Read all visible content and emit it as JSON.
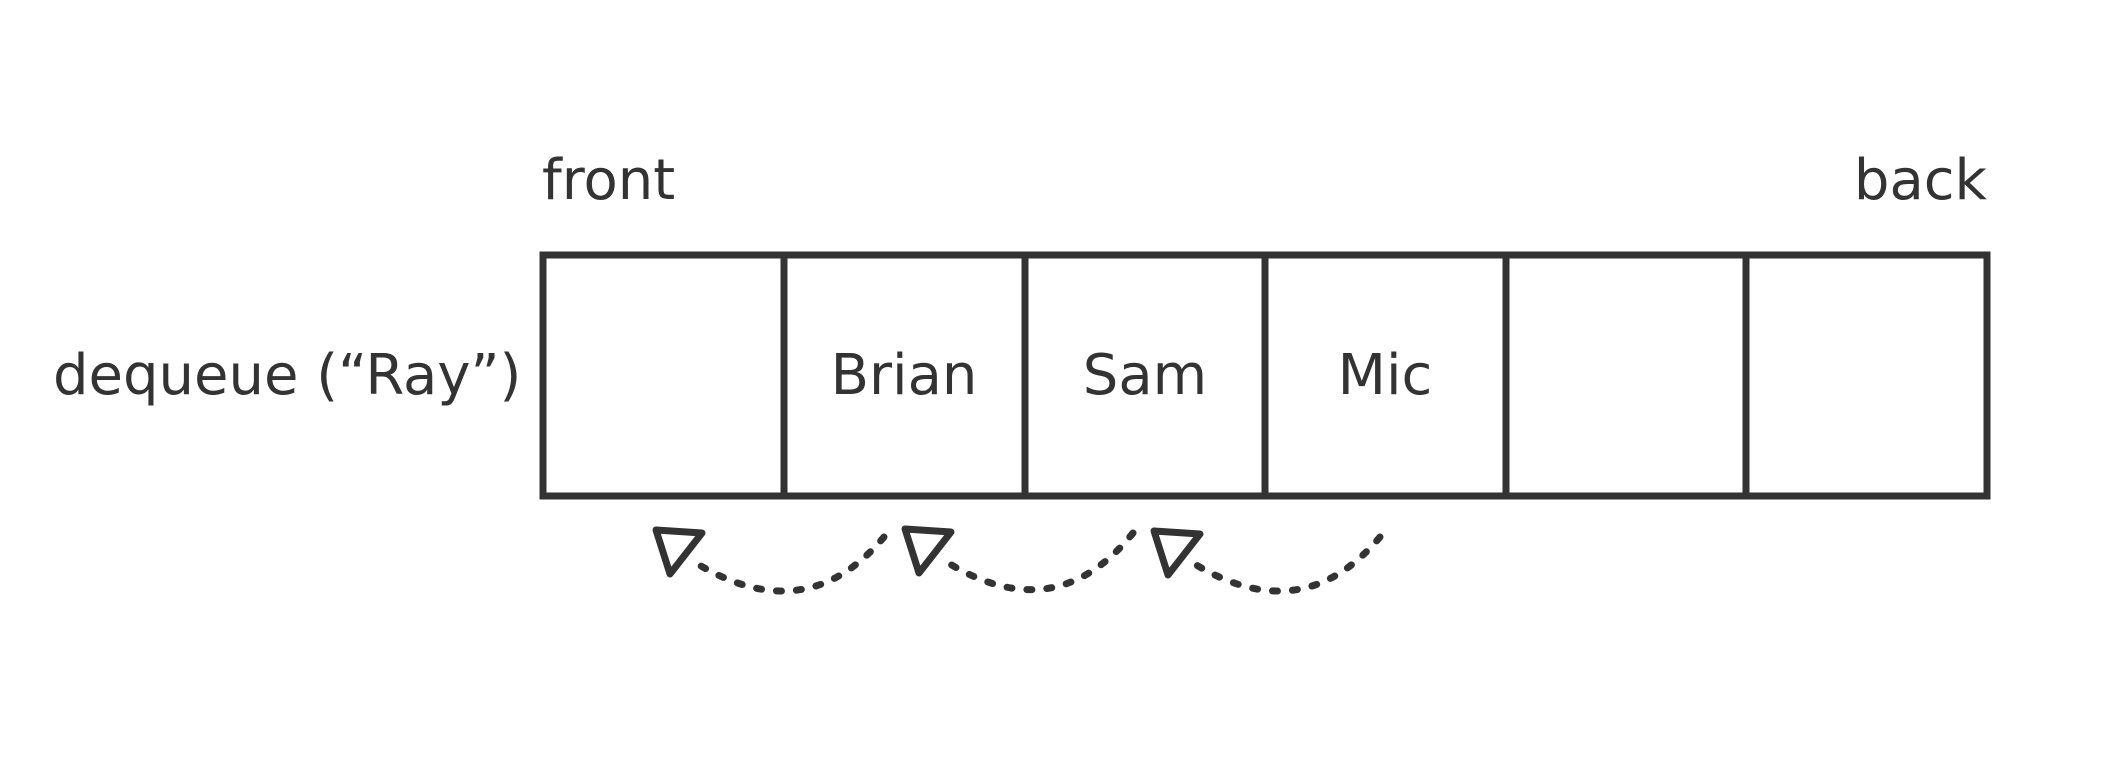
{
  "operation": "dequeue (“Ray”)",
  "front_label": "front",
  "back_label": "back",
  "cells": [
    "",
    "Brian",
    "Sam",
    "Mic",
    "",
    ""
  ],
  "colors": {
    "ink": "#333333",
    "background": "#ffffff"
  }
}
